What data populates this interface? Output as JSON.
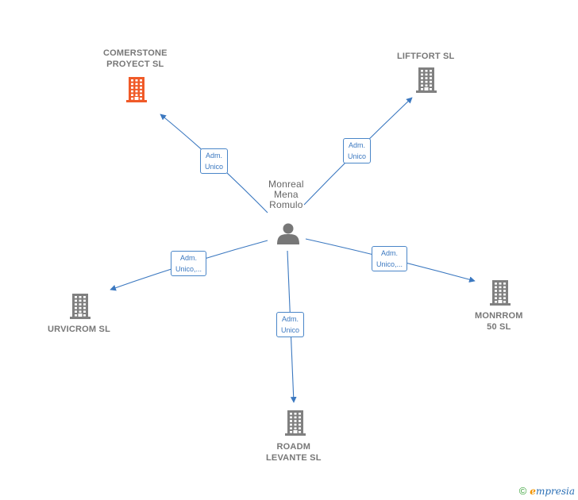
{
  "center": {
    "name_lines": [
      "Monreal",
      "Mena",
      "Romulo"
    ],
    "icon": "person-icon"
  },
  "companies": [
    {
      "id": "comerstone",
      "lines": [
        "COMERSTONE",
        "PROYECT  SL"
      ],
      "icon": "building-icon",
      "color": "#f05a28"
    },
    {
      "id": "liftfort",
      "lines": [
        "LIFTFORT  SL"
      ],
      "icon": "building-icon",
      "color": "#808080"
    },
    {
      "id": "urvicrom",
      "lines": [
        "URVICROM SL"
      ],
      "icon": "building-icon",
      "color": "#808080"
    },
    {
      "id": "monrrom",
      "lines": [
        "MONRROM",
        "50 SL"
      ],
      "icon": "building-icon",
      "color": "#808080"
    },
    {
      "id": "roadm",
      "lines": [
        "ROADM",
        "LEVANTE  SL"
      ],
      "icon": "building-icon",
      "color": "#808080"
    }
  ],
  "relations": [
    {
      "to": "comerstone",
      "lines": [
        "Adm.",
        "Unico"
      ]
    },
    {
      "to": "liftfort",
      "lines": [
        "Adm.",
        "Unico"
      ]
    },
    {
      "to": "urvicrom",
      "lines": [
        "Adm.",
        "Unico,..."
      ]
    },
    {
      "to": "monrrom",
      "lines": [
        "Adm.",
        "Unico,..."
      ]
    },
    {
      "to": "roadm",
      "lines": [
        "Adm.",
        "Unico"
      ]
    }
  ],
  "colors": {
    "edge": "#3b78c0",
    "person": "#777777"
  },
  "footer": {
    "copyright": "©",
    "brand_initial": "e",
    "brand_rest": "mpresia"
  }
}
